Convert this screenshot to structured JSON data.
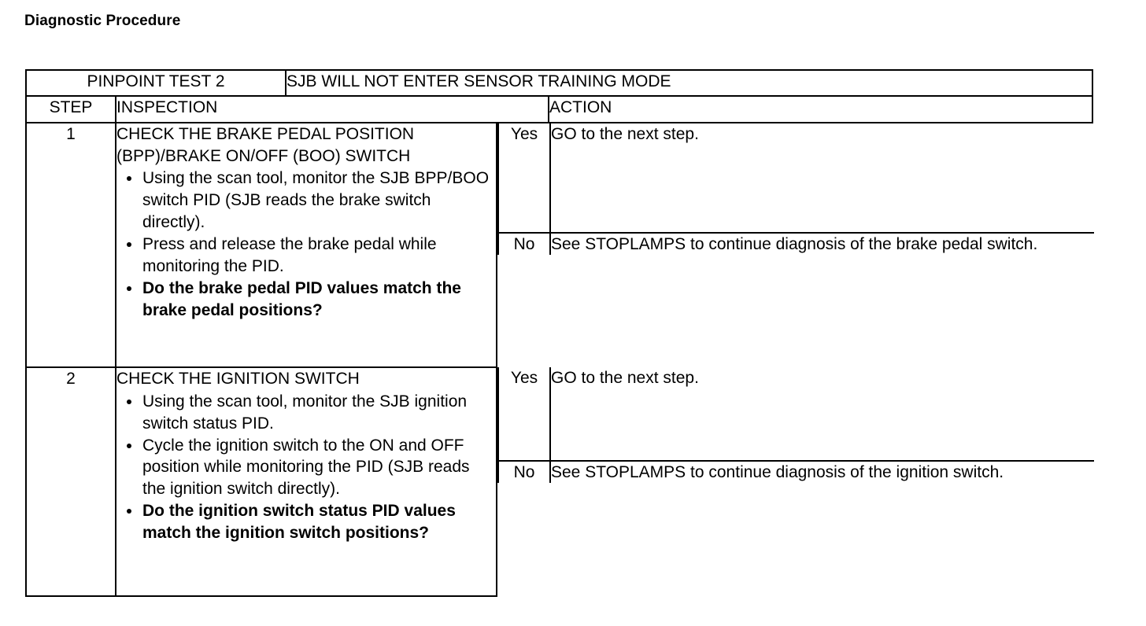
{
  "page": {
    "heading": "Diagnostic Procedure"
  },
  "table": {
    "test_id": "PINPOINT TEST 2",
    "test_title": "SJB WILL NOT ENTER SENSOR TRAINING MODE",
    "headers": {
      "step": "STEP",
      "inspection": "INSPECTION",
      "action": "ACTION"
    },
    "rows": [
      {
        "step": "1",
        "inspection_heading": "CHECK THE BRAKE PEDAL POSITION (BPP)/BRAKE ON/OFF (BOO) SWITCH",
        "bullets": [
          {
            "text": "Using the scan tool, monitor the SJB BPP/BOO switch PID (SJB reads the brake switch directly).",
            "bold": false
          },
          {
            "text": "Press and release the brake pedal while monitoring the PID.",
            "bold": false
          },
          {
            "text": "Do the brake pedal PID values match the brake pedal positions?",
            "bold": true
          }
        ],
        "yes_label": "Yes",
        "yes_action": "GO to the next step.",
        "no_label": "No",
        "no_action": "See STOPLAMPS to continue diagnosis of the brake pedal switch."
      },
      {
        "step": "2",
        "inspection_heading": "CHECK THE IGNITION SWITCH",
        "bullets": [
          {
            "text": "Using the scan tool, monitor the SJB ignition switch status PID.",
            "bold": false
          },
          {
            "text": "Cycle the ignition switch to the ON and OFF position while monitoring the PID (SJB reads the ignition switch directly).",
            "bold": false
          },
          {
            "text": "Do the ignition switch status PID values match the ignition switch positions?",
            "bold": true
          }
        ],
        "yes_label": "Yes",
        "yes_action": "GO to the next step.",
        "no_label": "No",
        "no_action": "See STOPLAMPS to continue diagnosis of the ignition switch."
      }
    ]
  }
}
